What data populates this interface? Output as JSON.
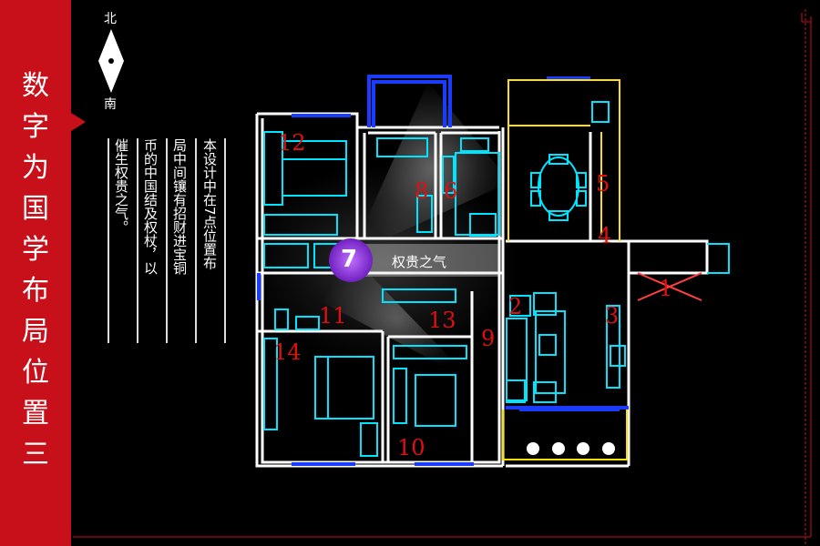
{
  "sidebar": {
    "title_chars": [
      "数",
      "字",
      "为",
      "国",
      "学",
      "布",
      "局",
      "位",
      "置",
      "三"
    ]
  },
  "compass": {
    "north": "北",
    "south": "南"
  },
  "description": {
    "columns": [
      "本设计中在7点位置布",
      "局中间镶有招财进宝铜",
      "币的中国结及权杖，以",
      "催生权贵之气。"
    ]
  },
  "highlight": {
    "number": "7",
    "label": "权贵之气"
  },
  "room_numbers": [
    "1",
    "2",
    "3",
    "4",
    "5",
    "6",
    "8",
    "9",
    "10",
    "11",
    "12",
    "13",
    "14"
  ],
  "colors": {
    "accent_red": "#c8101a",
    "number_red": "#e01010",
    "wall_white": "#ffffff",
    "window_blue": "#1a3cff",
    "furniture_cyan": "#00e5ff",
    "balcony_yellow": "#ffe000",
    "highlight_purple": "#8a2be2"
  }
}
